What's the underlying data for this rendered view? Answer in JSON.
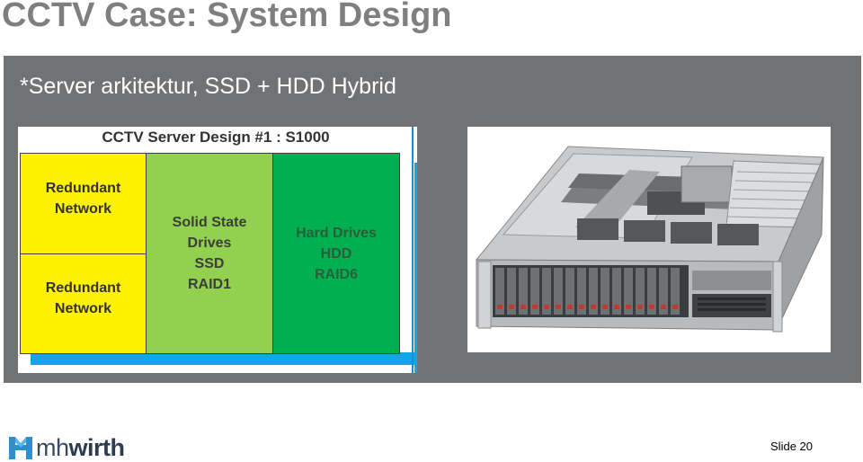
{
  "slide": {
    "title": "CCTV Case: System Design",
    "subtitle": "*Server arkitektur, SSD + HDD Hybrid",
    "slide_label": "Slide 20"
  },
  "diagram": {
    "header": "CCTV Server Design #1 : S1000",
    "blocks": [
      {
        "label": "Redundant\nNetwork",
        "color": "#fff200"
      },
      {
        "label": "Redundant\nNetwork",
        "color": "#fff200"
      },
      {
        "label": "Solid State\nDrives\nSSD\nRAID1",
        "color": "#92d050"
      },
      {
        "label": "Hard Drives\nHDD\nRAID6",
        "color": "#00b050"
      }
    ]
  },
  "server_photo": {
    "icon": "rack-server-photo"
  },
  "logo": {
    "icon": "mhwirth-logo",
    "brand_light": "mh",
    "brand_bold": "wirth"
  },
  "colors": {
    "panel": "#707274",
    "title": "#7f7f7f",
    "accent_blue": "#12a6e8"
  }
}
